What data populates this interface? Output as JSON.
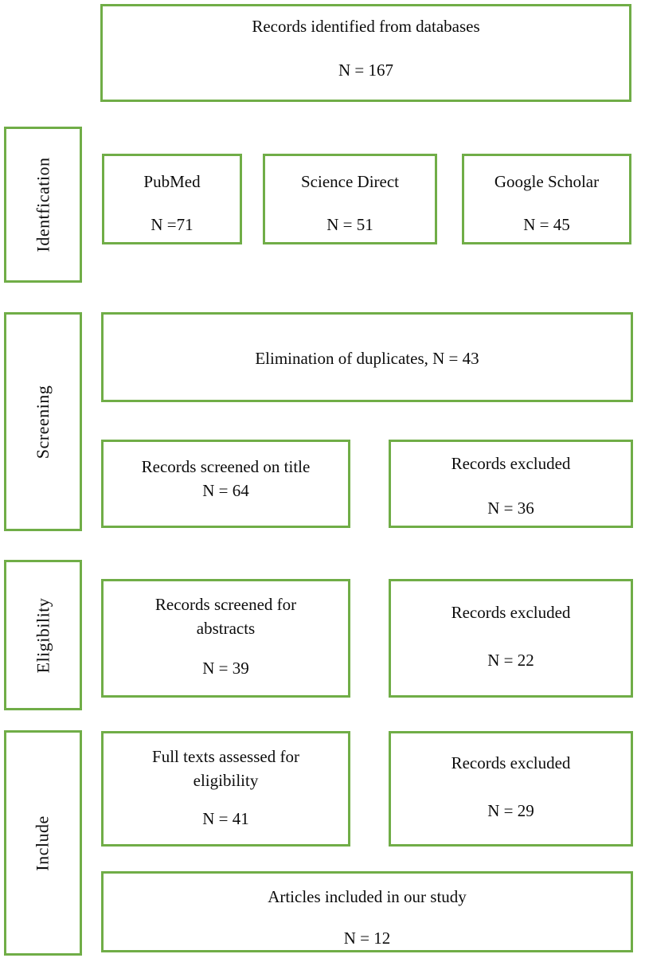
{
  "colors": {
    "accent_green": "#70ad47",
    "text": "#0d0d0d",
    "background": "#ffffff"
  },
  "diagram_type": "prisma-flow",
  "stages": {
    "identification": "Identfication",
    "screening": "Screening",
    "eligibility": "Eligibility",
    "include": "Include"
  },
  "nodes": {
    "records_identified": {
      "title": "Records identified from databases",
      "count": "N = 167"
    },
    "pubmed": {
      "title": "PubMed",
      "count": "N =71"
    },
    "science_direct": {
      "title": "Science Direct",
      "count": "N = 51"
    },
    "google_scholar": {
      "title": "Google Scholar",
      "count": "N = 45"
    },
    "duplicates": {
      "title": "Elimination of duplicates, N = 43"
    },
    "screened_title": {
      "title": "Records screened on title",
      "count": "N = 64"
    },
    "excluded_title": {
      "title": "Records excluded",
      "count": "N = 36"
    },
    "screened_abstracts": {
      "title": "Records screened for abstracts",
      "count": "N = 39"
    },
    "excluded_abstracts": {
      "title": "Records excluded",
      "count": "N = 22"
    },
    "full_texts": {
      "title": "Full texts assessed for eligibility",
      "count": "N = 41"
    },
    "excluded_full_texts": {
      "title": "Records excluded",
      "count": "N = 29"
    },
    "articles_included": {
      "title": "Articles included in our study",
      "count": "N = 12"
    }
  }
}
